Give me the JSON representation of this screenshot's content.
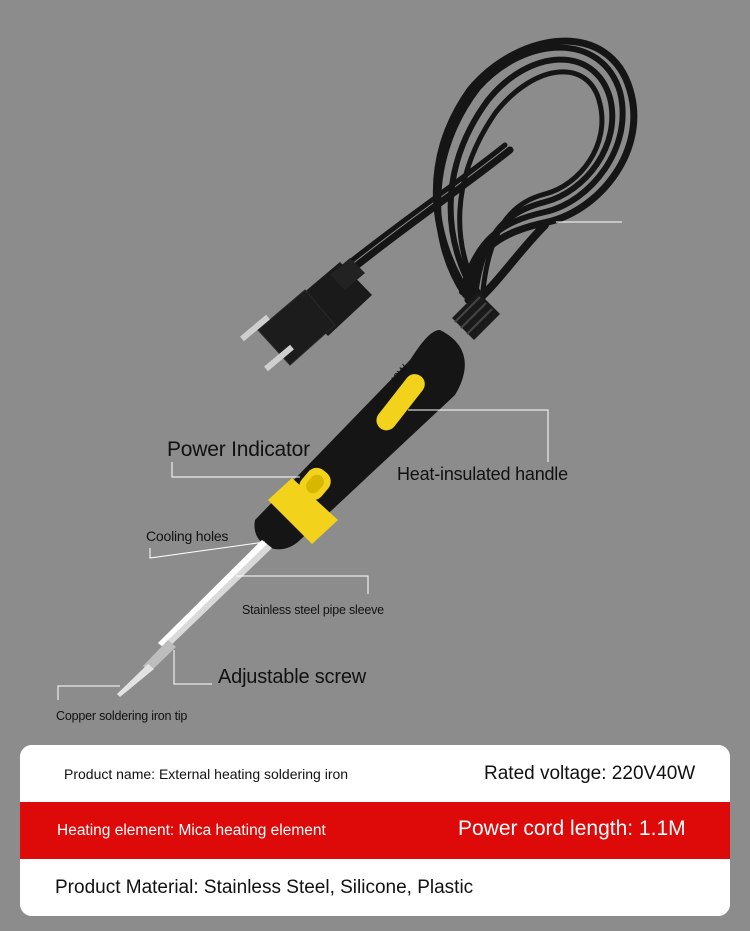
{
  "annotations": {
    "power_indicator": "Power Indicator",
    "heat_insulated_handle": "Heat-insulated handle",
    "cooling_holes": "Cooling holes",
    "stainless_pipe_sleeve": "Stainless steel pipe sleeve",
    "adjustable_screw": "Adjustable screw",
    "copper_tip": "Copper soldering iron tip"
  },
  "handle_print": "220V 40W",
  "specs": {
    "product_name": "Product name: External heating soldering iron",
    "rated_voltage": "Rated voltage: 220V40W",
    "heating_element": "Heating element: Mica heating element",
    "power_cord_length": "Power cord length: 1.1M",
    "product_material": "Product Material: Stainless Steel, Silicone, Plastic"
  },
  "colors": {
    "background": "#8c8c8c",
    "accent_red": "#de0a0a",
    "handle_yellow": "#f2d21a",
    "handle_black": "#151515"
  }
}
